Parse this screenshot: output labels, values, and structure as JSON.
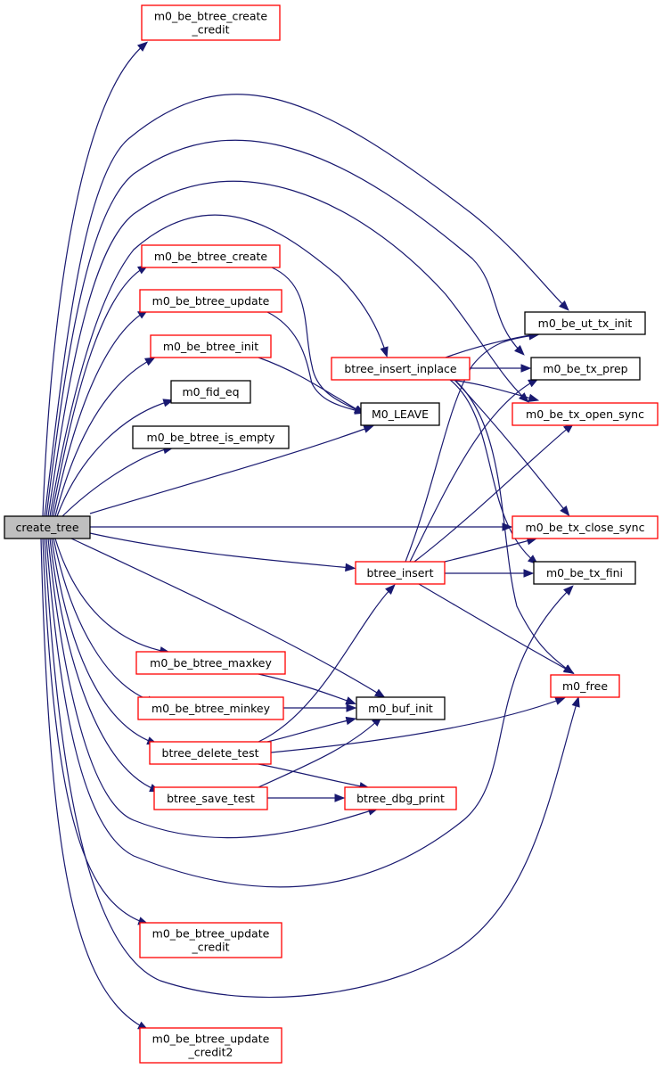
{
  "diagram": {
    "title": "Call graph of create_tree",
    "colors": {
      "edge": "#191970",
      "documented_border": "#ff0000",
      "undocumented_border": "#000000",
      "root_fill": "#bfbfbf"
    },
    "nodes": [
      {
        "id": "create_tree",
        "lines": [
          "create_tree"
        ],
        "kind": "root"
      },
      {
        "id": "create_credit",
        "lines": [
          "m0_be_btree_create",
          "_credit"
        ],
        "kind": "red"
      },
      {
        "id": "btree_create",
        "lines": [
          "m0_be_btree_create"
        ],
        "kind": "red"
      },
      {
        "id": "btree_update",
        "lines": [
          "m0_be_btree_update"
        ],
        "kind": "red"
      },
      {
        "id": "btree_init",
        "lines": [
          "m0_be_btree_init"
        ],
        "kind": "red"
      },
      {
        "id": "fid_eq",
        "lines": [
          "m0_fid_eq"
        ],
        "kind": "black"
      },
      {
        "id": "is_empty",
        "lines": [
          "m0_be_btree_is_empty"
        ],
        "kind": "black"
      },
      {
        "id": "insert_inplace",
        "lines": [
          "btree_insert_inplace"
        ],
        "kind": "red"
      },
      {
        "id": "leave",
        "lines": [
          "M0_LEAVE"
        ],
        "kind": "black"
      },
      {
        "id": "ut_tx_init",
        "lines": [
          "m0_be_ut_tx_init"
        ],
        "kind": "black"
      },
      {
        "id": "tx_prep",
        "lines": [
          "m0_be_tx_prep"
        ],
        "kind": "black"
      },
      {
        "id": "open_sync",
        "lines": [
          "m0_be_tx_open_sync"
        ],
        "kind": "red"
      },
      {
        "id": "close_sync",
        "lines": [
          "m0_be_tx_close_sync"
        ],
        "kind": "red"
      },
      {
        "id": "btree_insert",
        "lines": [
          "btree_insert"
        ],
        "kind": "red"
      },
      {
        "id": "tx_fini",
        "lines": [
          "m0_be_tx_fini"
        ],
        "kind": "black"
      },
      {
        "id": "free",
        "lines": [
          "m0_free"
        ],
        "kind": "red"
      },
      {
        "id": "maxkey",
        "lines": [
          "m0_be_btree_maxkey"
        ],
        "kind": "red"
      },
      {
        "id": "minkey",
        "lines": [
          "m0_be_btree_minkey"
        ],
        "kind": "red"
      },
      {
        "id": "buf_init",
        "lines": [
          "m0_buf_init"
        ],
        "kind": "black"
      },
      {
        "id": "delete_test",
        "lines": [
          "btree_delete_test"
        ],
        "kind": "red"
      },
      {
        "id": "save_test",
        "lines": [
          "btree_save_test"
        ],
        "kind": "red"
      },
      {
        "id": "dbg_print",
        "lines": [
          "btree_dbg_print"
        ],
        "kind": "red"
      },
      {
        "id": "update_credit",
        "lines": [
          "m0_be_btree_update",
          "_credit"
        ],
        "kind": "red"
      },
      {
        "id": "update_credit2",
        "lines": [
          "m0_be_btree_update",
          "_credit2"
        ],
        "kind": "red"
      }
    ],
    "edges": [
      [
        "create_tree",
        "create_credit"
      ],
      [
        "create_tree",
        "ut_tx_init"
      ],
      [
        "create_tree",
        "tx_prep"
      ],
      [
        "create_tree",
        "open_sync"
      ],
      [
        "create_tree",
        "insert_inplace"
      ],
      [
        "create_tree",
        "btree_create"
      ],
      [
        "create_tree",
        "btree_update"
      ],
      [
        "create_tree",
        "btree_init"
      ],
      [
        "create_tree",
        "fid_eq"
      ],
      [
        "create_tree",
        "is_empty"
      ],
      [
        "create_tree",
        "leave"
      ],
      [
        "create_tree",
        "close_sync"
      ],
      [
        "create_tree",
        "btree_insert"
      ],
      [
        "create_tree",
        "buf_init"
      ],
      [
        "create_tree",
        "maxkey"
      ],
      [
        "create_tree",
        "minkey"
      ],
      [
        "create_tree",
        "delete_test"
      ],
      [
        "create_tree",
        "save_test"
      ],
      [
        "create_tree",
        "dbg_print"
      ],
      [
        "create_tree",
        "tx_fini"
      ],
      [
        "create_tree",
        "free"
      ],
      [
        "create_tree",
        "update_credit"
      ],
      [
        "create_tree",
        "update_credit2"
      ],
      [
        "btree_create",
        "leave"
      ],
      [
        "btree_update",
        "leave"
      ],
      [
        "btree_init",
        "leave"
      ],
      [
        "insert_inplace",
        "ut_tx_init"
      ],
      [
        "insert_inplace",
        "tx_prep"
      ],
      [
        "insert_inplace",
        "open_sync"
      ],
      [
        "insert_inplace",
        "close_sync"
      ],
      [
        "insert_inplace",
        "tx_fini"
      ],
      [
        "insert_inplace",
        "free"
      ],
      [
        "btree_insert",
        "ut_tx_init"
      ],
      [
        "btree_insert",
        "tx_prep"
      ],
      [
        "btree_insert",
        "open_sync"
      ],
      [
        "btree_insert",
        "close_sync"
      ],
      [
        "btree_insert",
        "tx_fini"
      ],
      [
        "btree_insert",
        "free"
      ],
      [
        "maxkey",
        "buf_init"
      ],
      [
        "minkey",
        "buf_init"
      ],
      [
        "delete_test",
        "btree_insert"
      ],
      [
        "delete_test",
        "buf_init"
      ],
      [
        "delete_test",
        "free"
      ],
      [
        "delete_test",
        "dbg_print"
      ],
      [
        "save_test",
        "buf_init"
      ],
      [
        "save_test",
        "dbg_print"
      ]
    ]
  }
}
